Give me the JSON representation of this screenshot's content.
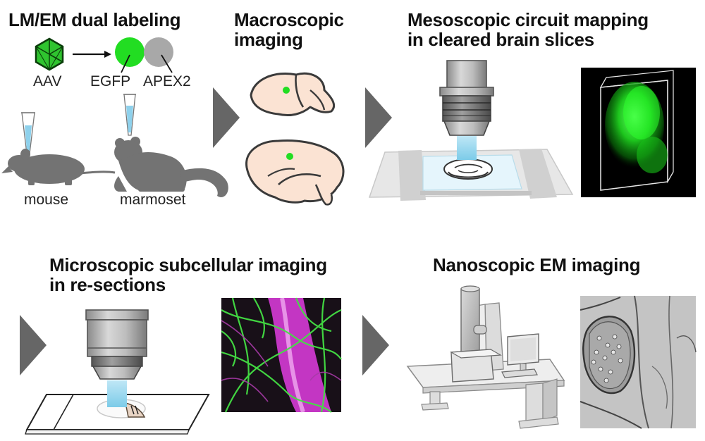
{
  "titles": {
    "dual_labeling": "LM/EM dual labeling",
    "macro_line1": "Macroscopic",
    "macro_line2": "imaging",
    "meso_line1": "Mesoscopic circuit mapping",
    "meso_line2": "in cleared brain slices",
    "micro_line1": "Microscopic subcellular imaging",
    "micro_line2": "in re-sections",
    "nano": "Nanoscopic EM imaging"
  },
  "labels": {
    "aav": "AAV",
    "egfp": "EGFP",
    "apex2": "APEX2",
    "mouse": "mouse",
    "marmoset": "marmoset"
  },
  "colors": {
    "egfp_green": "#22dd22",
    "apex_gray": "#a8a8a8",
    "brain_fill": "#fbe3d3",
    "instrument_gray": "#b9b9b9",
    "light_beam": "#9fd8ee",
    "chevron": "#666666",
    "fluor_magenta": "#d63bd6"
  },
  "icons": {
    "virus": "aav-virus-icon",
    "arrow": "right-arrow-icon",
    "chevron": "chevron-right-icon"
  }
}
